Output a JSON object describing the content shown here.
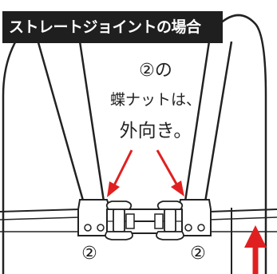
{
  "title": "ストレートジョイントの場合",
  "caption": {
    "line1": "②の",
    "line2": "蝶ナットは、",
    "line3": "外向き。"
  },
  "markers": {
    "left": "②",
    "right": "②"
  },
  "colors": {
    "title_bg": "#1f1f1f",
    "title_text": "#ffffff",
    "arrow": "#e02020",
    "line": "#222222"
  }
}
